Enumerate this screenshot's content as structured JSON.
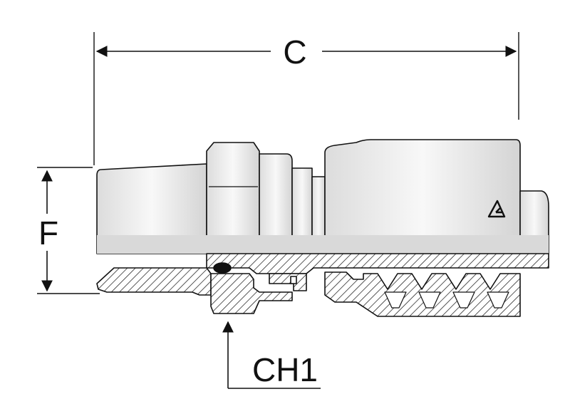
{
  "dimensions": {
    "overall_length": "C",
    "outer_diameter": "F",
    "hex_size": "CH1"
  },
  "colors": {
    "line": "#111111",
    "body_fill": "#ececec",
    "body_highlight": "#fafafa",
    "body_shade": "#cfcfcf",
    "section_fill": "#ffffff"
  },
  "icons": {
    "logo": "manufacturer-logo-icon"
  }
}
